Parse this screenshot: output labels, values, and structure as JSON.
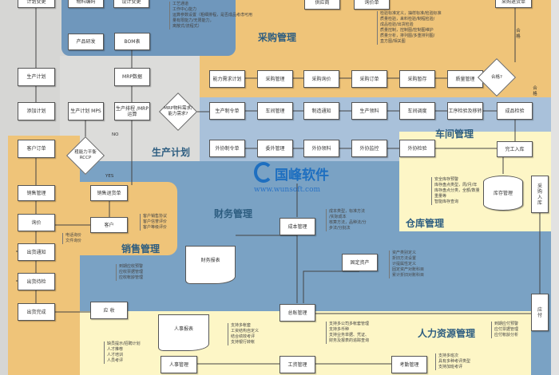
{
  "sections": {
    "purchase": "采购管理",
    "plan": "生产计划",
    "workshop": "车间管理",
    "finance": "财务管理",
    "warehouse": "仓库管理",
    "sales": "销售管理",
    "hr": "人力资源管理"
  },
  "logo": {
    "name": "国峰软件",
    "url": "www.wunsoft.com"
  },
  "boxes": {
    "plan_change": "计划变更",
    "material_code": "物料编码",
    "design_change": "设计变更",
    "product_rd": "产品研发",
    "bom": "BOM表",
    "mrp_data": "MRP数据",
    "prod_plan": "生产计划",
    "add_plan": "添加计划",
    "mps": "生产计划 MPS",
    "mrp_calc": "生产排程 /MRP运算",
    "customer_order": "客户订单",
    "sales_mgmt": "销售管理",
    "sales_return": "销售退货单",
    "inquiry": "询价",
    "customer": "客户",
    "ship_notice": "出货通知",
    "ship_check": "出货待检",
    "ship_done": "出货完成",
    "receivable": "应 收",
    "supplier": "供应商",
    "inquiry_sheet": "询价单",
    "purchase_return": "采购退货单",
    "capacity_plan": "能力需求计划",
    "purchase_mgmt": "采购管理",
    "purchase_quote": "采购询价",
    "purchase_order": "采购订单",
    "purchase_temp": "采购暂存",
    "quality_mgmt": "质量管理",
    "prod_order": "生产制令单",
    "workshop_mgmt": "车间管理",
    "mfg_notice": "制造通知",
    "prod_material": "生产领料",
    "workshop_dispatch": "车间调度",
    "process_check": "工序检验及移转",
    "product_check": "成品检验",
    "outsource_order": "外协制令单",
    "outsource_mgmt": "委外管理",
    "outsource_material": "外协领料",
    "outsource_monitor": "外协监控",
    "outsource_check": "外协检验",
    "finish_in": "完工入库",
    "purchase_in": "采购入库",
    "inventory": "库存管理",
    "payable": "应 付",
    "cost_mgmt": "成本管理",
    "fixed_asset": "固定资产",
    "ledger": "总账管理",
    "salary": "工资管理",
    "attendance": "考勤管理",
    "hr_mgmt": "人事管理"
  },
  "docs": {
    "finance_report": "财务报表",
    "hr_report": "人事报表"
  },
  "diamonds": {
    "mrp_need": "MRP物料需求/能力需求?",
    "rccp": "粗能力平衡RCCP",
    "qualified": "合格?"
  },
  "labels": {
    "no": "NO",
    "yes": "YES",
    "pass1": "合格",
    "pass2": "合格"
  },
  "notes": {
    "process": "工艺通道\n工作中心能力\n运算参数设置（粗细排程，是否成品考虑可用\n量有限能力/无限能力，\n离散式/流程式）",
    "quality": "检验标准定义，抽样标准/检验标准\n质量检验，来料检验/制程检验/\n成品检验/出货检验\n质量控制，控制图/控制图维护\n质量分析，排列图/多重排列图/\n直方图/相关图",
    "customer": "客户销售协议\n客户信誉评价\n客户等级评价",
    "inquiry": "电话询价\n文件询价",
    "receivable": "到期应收预警\n应收票据管理\n应收帐龄管理",
    "inventory": "安全库存预警\n库存盘点类型，周/月/年\n库存盘点分类，全额/数量\n重量等\n智能库存查询",
    "cost": "成本类型，标准方法\n/实际成本\n核算方法，品种法/分\n步法/分批法",
    "asset": "资产类别定义\n折旧方法设置\n计提属性定义\n固定资产对账科目\n累计折旧对账科目",
    "ledger": "支持多公司多帐套管理\n支持多币种\n支持业务单据、凭证、\n财务及报表的追踪查询",
    "payable": "到期应付预警\n应付票据管理\n应付帐龄分析",
    "salary": "支持多帐套\n工资结构自定义\n结合绩效考评\n支持银行转帐",
    "hr": "缺员提示/招聘计划\n人才推荐\n人才培训\n人员考评",
    "attendance": "支持多班次\n具有多种考评类型\n支持加班考评"
  },
  "colors": {
    "orange": "#efc479",
    "blue_dark": "#7aa2c4",
    "blue_light": "#a9c1da",
    "yellow": "#fdf6c6",
    "gray": "#d6d6d4"
  }
}
